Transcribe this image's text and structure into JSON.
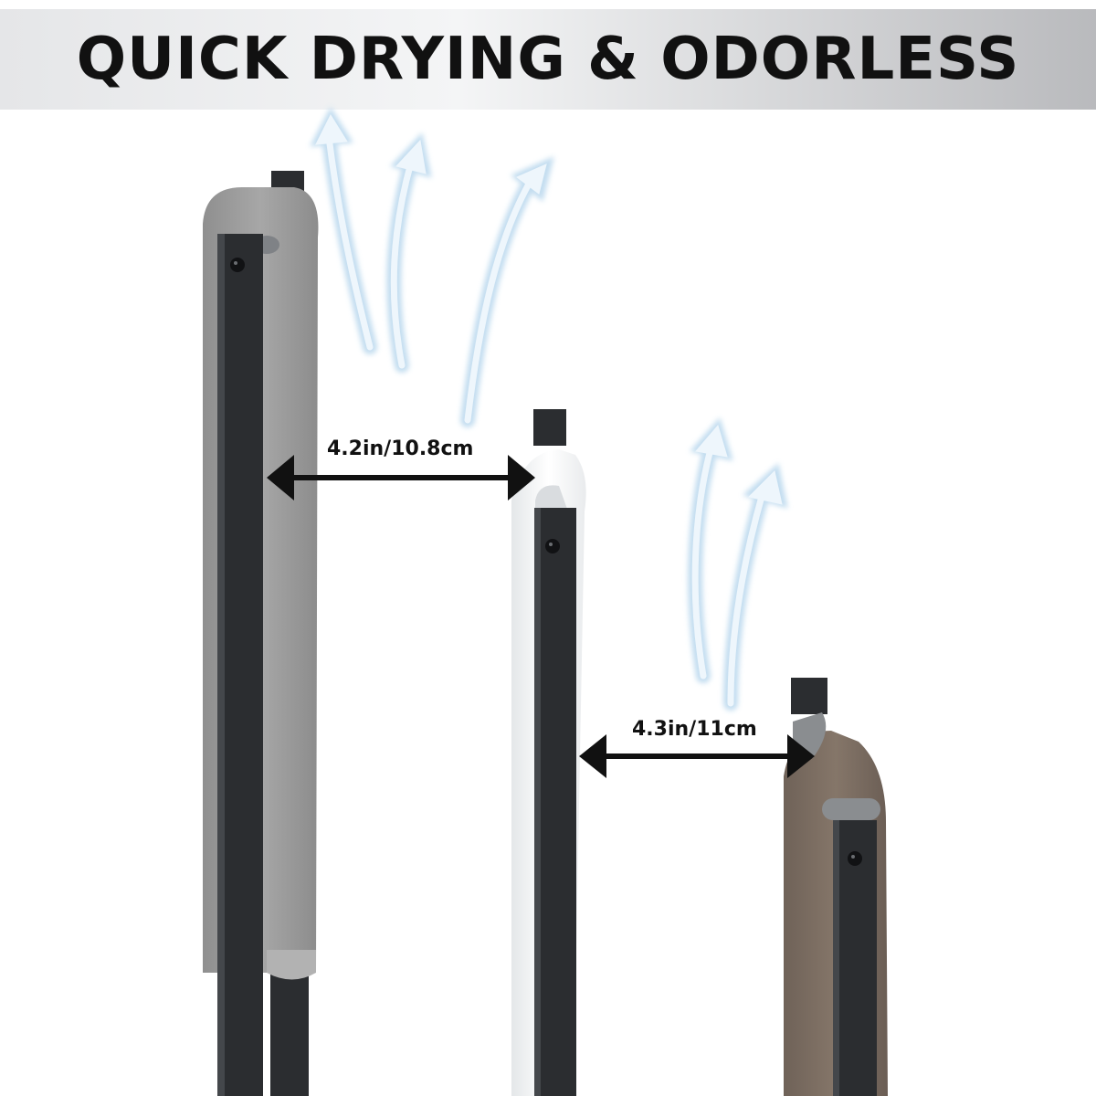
{
  "banner": {
    "title": "QUICK DRYING & ODORLESS",
    "color_left": "#e5e6e8",
    "color_right": "#b9babd"
  },
  "measurements": [
    {
      "label": "4.2in/10.8cm"
    },
    {
      "label": "4.3in/11cm"
    }
  ],
  "colors": {
    "frame": "#2b2d30",
    "towel_gray": "#9c9c9c",
    "towel_white": "#f1f3f4",
    "towel_brown": "#7d6e63",
    "rod": "#8a8d90",
    "airflow": "#dcecf8"
  },
  "icons": [
    "airflow-arrow-icon",
    "double-arrow-icon",
    "screw-icon"
  ]
}
